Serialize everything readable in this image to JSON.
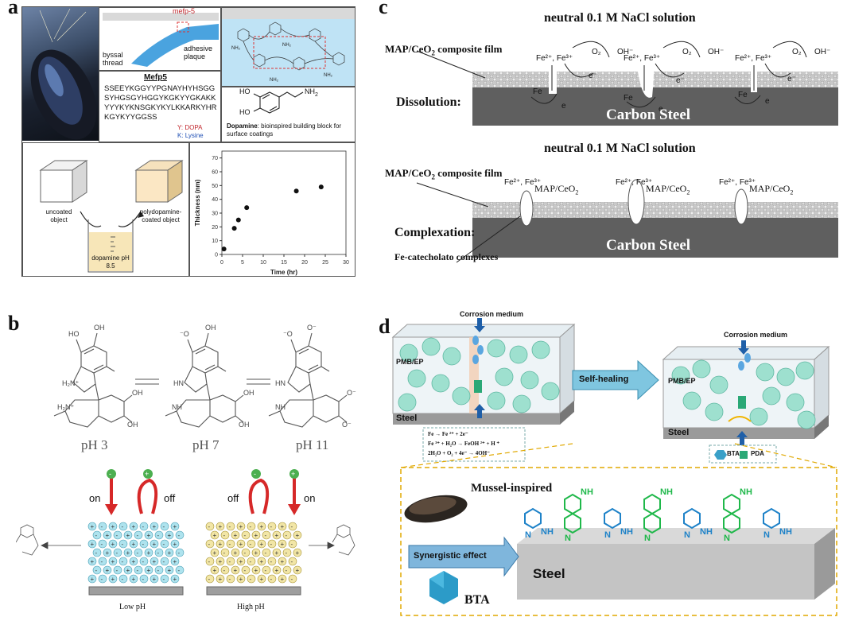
{
  "panels": {
    "a": {
      "label": "a",
      "mefp_small": "mefp-5",
      "byssal": "byssal thread",
      "adhesive": "adhesive plaque",
      "seq_title": "Mefp5",
      "seq_lines": [
        "SSEEYKGGYYPGNAYHYHSGG",
        "SYHGSGYHGGYKGKYYGKAKK",
        "YYYKYKNSGKYKYLKKARKYHR",
        "KGYKYYGGSS"
      ],
      "legend_y": "Y: DOPA",
      "legend_k": "K: Lysine",
      "dopamine_title": "Dopamine",
      "dopamine_desc": ": bioinspired building block for surface coatings",
      "ho1": "HO",
      "ho2": "HO",
      "nh2": "NH",
      "nh2_sub": "2",
      "uncoated": "uncoated object",
      "coated": "polydopamine-coated object",
      "beaker": "dopamine pH 8.5"
    },
    "b": {
      "label": "b",
      "ph3": "pH 3",
      "ph7": "pH 7",
      "ph11": "pH 11",
      "on1": "on",
      "off1": "off",
      "off2": "off",
      "on2": "on",
      "low_ph": "Low pH",
      "high_ph": "High pH"
    },
    "c": {
      "label": "c",
      "title1": "neutral 0.1 M NaCl solution",
      "title2": "neutral 0.1 M NaCl solution",
      "film1": "MAP/CeO",
      "film1_sub": "2",
      "film1_tail": " composite film",
      "film2": "MAP/CeO",
      "film2_tail": " composite film",
      "dissolution": "Dissolution:",
      "complexation": "Complexation:",
      "steel1": "Carbon Steel",
      "steel2": "Carbon Steel",
      "fe_cat": "Fe-catecholato complexes",
      "o2": "O",
      "oh": "OH",
      "fe_ions": "Fe",
      "e_minus": "e",
      "fe": "Fe",
      "map_ceo2": "MAP/CeO"
    },
    "d": {
      "label": "d",
      "corrosion1": "Corrosion medium",
      "corrosion2": "Corrosion medium",
      "pmb1": "PMB/EP",
      "pmb2": "PMB/EP",
      "steel_a": "Steel",
      "steel_b": "Steel",
      "self_healing": "Self-healing",
      "rx1": "Fe → Fe ²⁺ + 2e⁻",
      "rx2": "Fe ³⁺ + H₂O → FeOH ²⁺ + H ⁺",
      "rx3": "2H₂O + O₂ + 4e⁻ → 4OH⁻",
      "bta_legend": "BTA",
      "pda_legend": "PDA",
      "mussel": "Mussel-inspired",
      "synergistic": "Synergistic effect",
      "steel_big": "Steel",
      "bta_big": "BTA",
      "nh": "NH",
      "n": "N"
    }
  },
  "chart_data": {
    "type": "scatter",
    "title": "",
    "xlabel": "Time (hr)",
    "ylabel": "Thickness (nm)",
    "xlim": [
      0,
      30
    ],
    "ylim": [
      0,
      75
    ],
    "xticks": [
      0,
      5,
      10,
      15,
      20,
      25,
      30
    ],
    "yticks": [
      0,
      10,
      20,
      30,
      40,
      50,
      60,
      70
    ],
    "series": [
      {
        "x": [
          0.5,
          3,
          4,
          6,
          18,
          24
        ],
        "y": [
          4,
          19,
          25,
          34,
          46,
          49
        ]
      }
    ]
  }
}
